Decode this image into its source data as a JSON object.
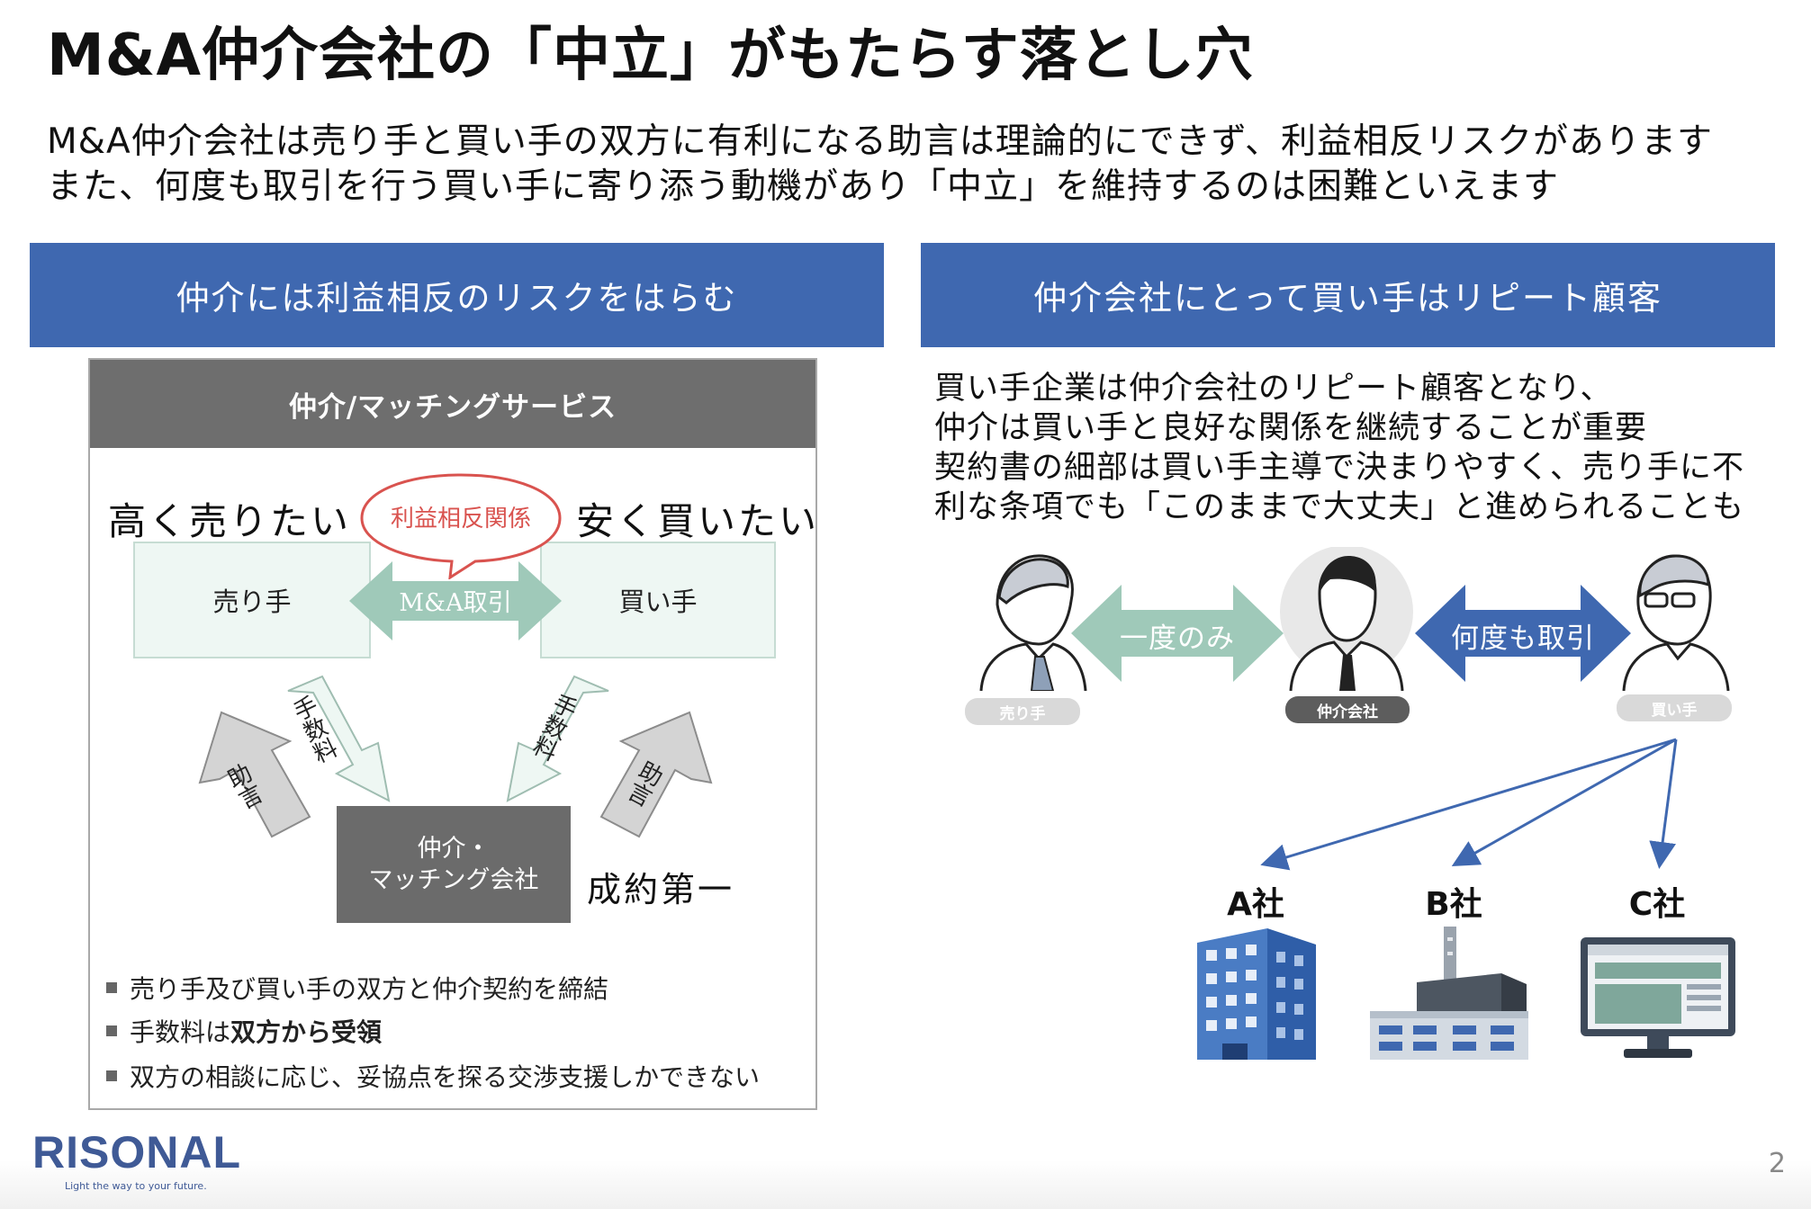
{
  "title": "M&A仲介会社の「中立」がもたらす落とし穴",
  "lead": [
    "M&A仲介会社は売り手と買い手の双方に有利になる助言は理論的にできず、利益相反リスクがあります",
    "また、何度も取引を行う買い手に寄り添う動機があり「中立」を維持するのは困難といえます"
  ],
  "left": {
    "header": "仲介には利益相反のリスクをはらむ",
    "panel_title": "仲介/マッチングサービス",
    "seller_wish": "高く売りたい",
    "buyer_wish": "安く買いたい",
    "conflict": "利益相反関係",
    "seller": "売り手",
    "buyer": "買い手",
    "deal": "M&A取引",
    "fee": "手数料",
    "advice": "助言",
    "broker": [
      "仲介・",
      "マッチング会社"
    ],
    "priority": "成約第一",
    "bullets": [
      {
        "text": "売り手及び買い手の双方と仲介契約を締結",
        "bold": ""
      },
      {
        "text": "手数料は",
        "bold": "双方から受領"
      },
      {
        "text": "双方の相談に応じ、妥協点を探る交渉支援しかできない",
        "bold": ""
      }
    ]
  },
  "right": {
    "header": "仲介会社にとって買い手はリピート顧客",
    "text": [
      "買い手企業は仲介会社のリピート顧客となり、",
      "仲介は買い手と良好な関係を継続することが重要",
      "契約書の細部は買い手主導で決まりやすく、売り手に不",
      "利な条項でも「このままで大丈夫」と進められることも"
    ],
    "once": "一度のみ",
    "many": "何度も取引",
    "seller_label": "売り手",
    "broker_label": "仲介会社",
    "buyer_label": "買い手",
    "companies": [
      "A社",
      "B社",
      "C社"
    ]
  },
  "footer": {
    "logo": "RISONAL",
    "tagline": "Light the way to your future.",
    "page": "2"
  },
  "colors": {
    "header_blue": "#3f68b0",
    "teal": "#9fc9b9",
    "conflict_red": "#d9534f",
    "logo_blue": "#3f5a96"
  }
}
